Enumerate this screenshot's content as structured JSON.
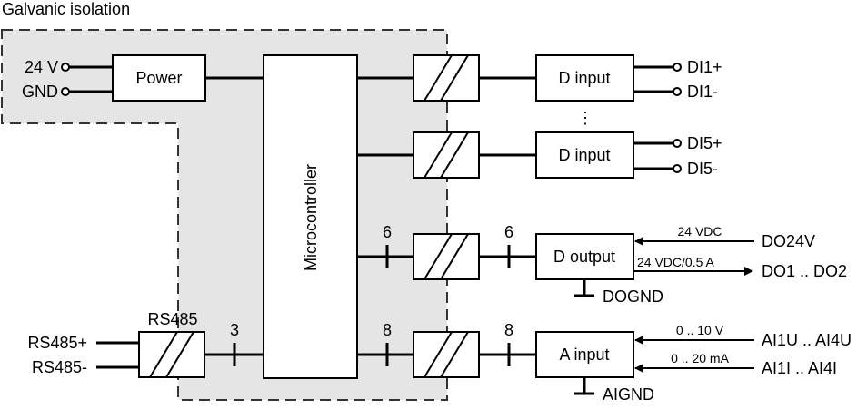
{
  "title": "Galvanic isolation",
  "blocks": {
    "power": "Power",
    "microcontroller": "Microcontroller",
    "d_input_1": "D input",
    "d_input_5": "D input",
    "d_output": "D output",
    "a_input": "A input",
    "rs485": "RS485"
  },
  "terminals": {
    "v24": "24 V",
    "gnd": "GND",
    "di1p": "DI1+",
    "di1m": "DI1-",
    "di5p": "DI5+",
    "di5m": "DI5-",
    "rs485p": "RS485+",
    "rs485m": "RS485-",
    "do24v": "DO24V",
    "do1_do2": "DO1 .. DO2",
    "dognd": "DOGND",
    "ai1u_ai4u": "AI1U .. AI4U",
    "ai1i_ai4i": "AI1I .. AI4I",
    "aignd": "AIGND"
  },
  "bus_widths": {
    "rs485_bus": "3",
    "dout_left": "6",
    "dout_right": "6",
    "ain_left": "8",
    "ain_right": "8"
  },
  "signals": {
    "do24v_supply": "24 VDC",
    "do_output": "24 VDC/0.5 A",
    "voltage_range": "0 .. 10 V",
    "current_range": "0 .. 20 mA"
  },
  "ellipsis": "⋮"
}
